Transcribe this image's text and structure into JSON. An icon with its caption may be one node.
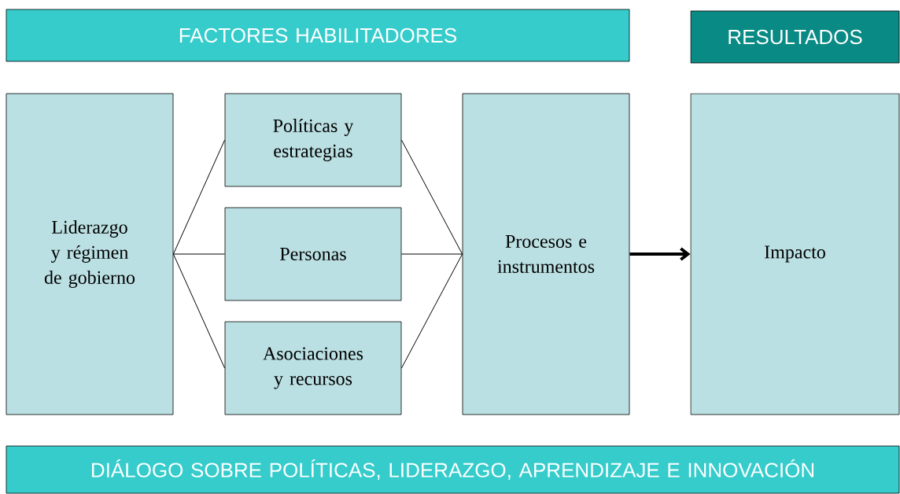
{
  "diagram": {
    "nodes": [
      {
        "text": [
          "FACTORES HABILITADORES"
        ]
      },
      {
        "text": [
          "RESULTADOS"
        ]
      },
      {
        "text": [
          "Liderazgo y régimen de gobierno"
        ]
      },
      {
        "text": [
          "Políticas y estrategias"
        ]
      },
      {
        "text": [
          "Personas"
        ]
      },
      {
        "text": [
          "Asociaciones y recursos"
        ]
      },
      {
        "text": [
          "Procesos e instrumentos"
        ]
      },
      {
        "text": [
          "Impacto"
        ]
      },
      {
        "text": [
          "DIÁLOGO SOBRE POLÍTICAS, LIDERAZGO, APRENDIZAJE E INNOVACIÓN"
        ]
      }
    ],
    "edges": [
      {
        "from": 2,
        "to": 3,
        "arrow": "none"
      },
      {
        "from": 2,
        "to": 4,
        "arrow": "none"
      },
      {
        "from": 2,
        "to": 5,
        "arrow": "none"
      },
      {
        "from": 3,
        "to": 6,
        "arrow": "none"
      },
      {
        "from": 4,
        "to": 6,
        "arrow": "none"
      },
      {
        "from": 5,
        "to": 6,
        "arrow": "none"
      },
      {
        "from": 6,
        "to": 7,
        "arrow": "to",
        "style": "thick"
      }
    ]
  }
}
